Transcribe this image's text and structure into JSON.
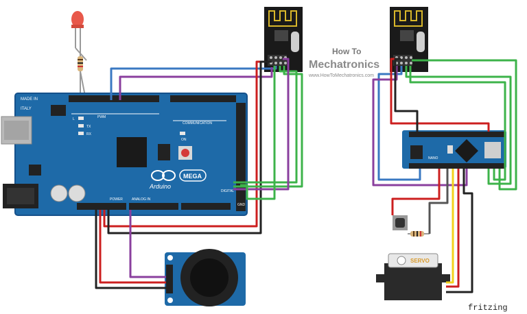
{
  "watermark": {
    "line1": "How To",
    "line2": "Mechatronics",
    "url": "www.HowToMechatronics.com"
  },
  "mega": {
    "made_in": "MADE IN",
    "country": "ITALY",
    "pwm": "PWM",
    "communication": "COMMUNICATION",
    "tx": "TX",
    "rx": "RX",
    "l": "L",
    "on": "ON",
    "brand": "Arduino",
    "model": "MEGA",
    "power": "POWER",
    "analog_in": "ANALOG IN",
    "digital": "DIGITAL",
    "gnd": "GND"
  },
  "nano": {
    "label": "NANO"
  },
  "servo": {
    "label": "SERVO"
  },
  "footer": {
    "credit": "fritzing"
  },
  "wire_colors": {
    "red": "#cc1f1f",
    "blue": "#3a78c2",
    "purple": "#8a3f9e",
    "green": "#3db34a",
    "black": "#222222",
    "yellow": "#f2d21b",
    "board_blue": "#1e6aa8"
  }
}
